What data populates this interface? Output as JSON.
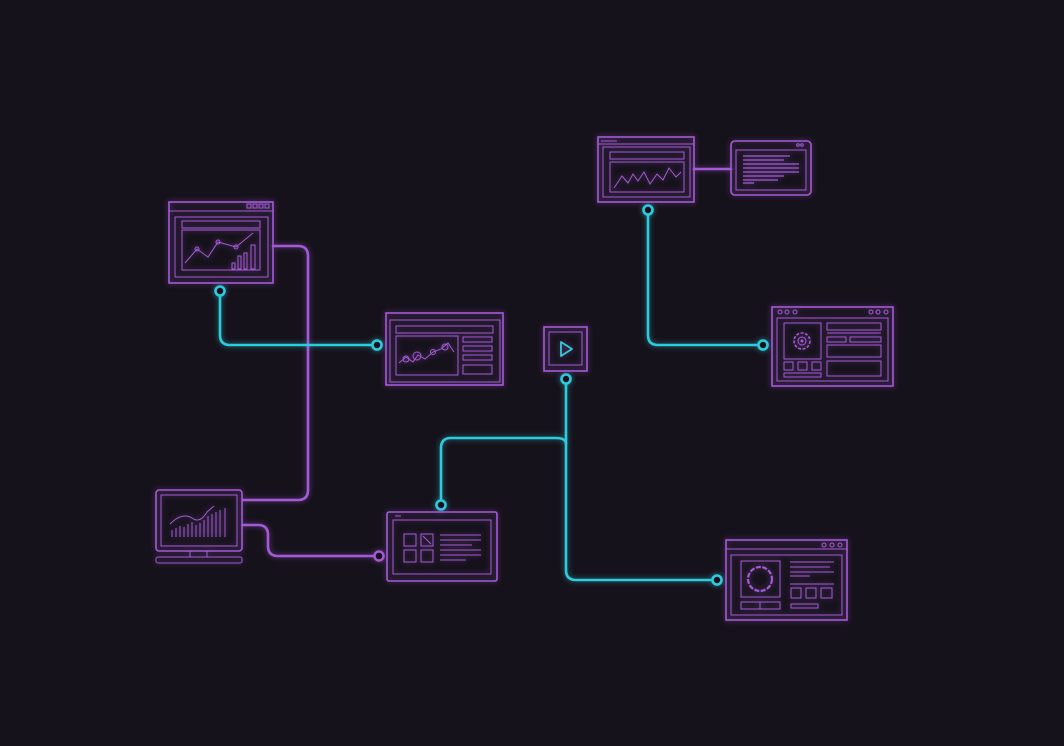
{
  "colors": {
    "background": "#16121b",
    "node_stroke": "#a45ad6",
    "link_cyan": "#2fcbdc",
    "link_purple": "#a45ad6"
  },
  "nodes": [
    {
      "id": "dashboard-window",
      "icon": "line-bar-chart-icon"
    },
    {
      "id": "chart-sidebar-window",
      "icon": "line-chart-icon"
    },
    {
      "id": "play-node",
      "icon": "play-icon"
    },
    {
      "id": "grid-window",
      "icon": "grid-icon"
    },
    {
      "id": "monitor",
      "icon": "monitor-chart-icon"
    },
    {
      "id": "ring-window",
      "icon": "ring-icon"
    },
    {
      "id": "zigzag-window",
      "icon": "zigzag-chart-icon"
    },
    {
      "id": "text-window",
      "icon": "text-lines-icon"
    },
    {
      "id": "settings-window",
      "icon": "gear-icon"
    }
  ]
}
